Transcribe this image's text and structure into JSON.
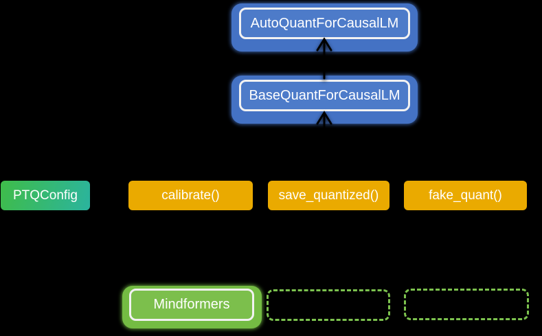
{
  "diagram": {
    "class_nodes": [
      {
        "label": "AutoQuantForCausalLM"
      },
      {
        "label": "BaseQuantForCausalLM"
      }
    ],
    "config_node": {
      "label": "PTQConfig"
    },
    "method_nodes": [
      {
        "label": "calibrate()"
      },
      {
        "label": "save_quantized()"
      },
      {
        "label": "fake_quant()"
      }
    ],
    "framework_node": {
      "label": "Mindformers"
    },
    "placeholder_nodes": [
      {
        "label": ""
      },
      {
        "label": ""
      }
    ],
    "connectors": [
      {
        "type": "arrow-up",
        "from": "BaseQuantForCausalLM",
        "to": "AutoQuantForCausalLM"
      },
      {
        "type": "arrow-up",
        "from": "",
        "to": "BaseQuantForCausalLM"
      }
    ],
    "colors": {
      "background": "#000000",
      "class_glow": "#4472c4",
      "class_fill": "#4d7bc9",
      "config_gradient_start": "#3fbc49",
      "config_gradient_end": "#2bb49e",
      "method_fill": "#eaaa00",
      "framework_glow": "#74bc43",
      "framework_fill": "#7cbf4c",
      "dashed_border": "#7cc24e",
      "node_border": "#f2f2f2",
      "arrow": "#000000",
      "text": "#ffffff"
    }
  }
}
